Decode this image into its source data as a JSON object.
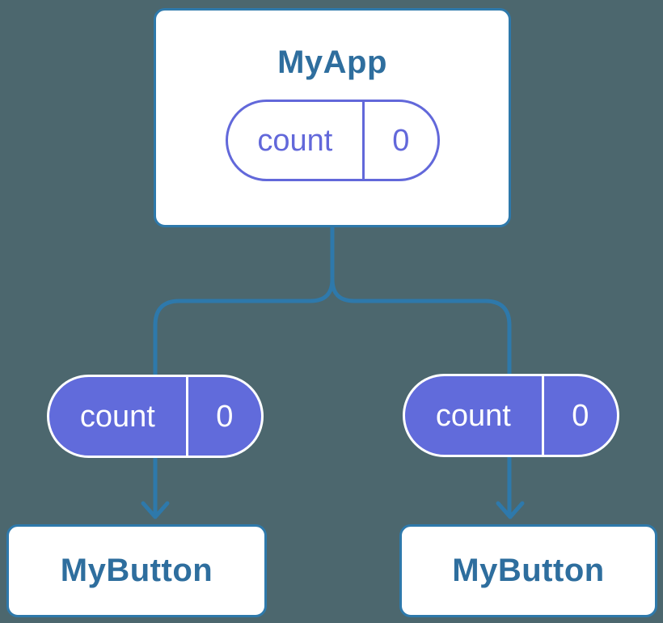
{
  "colors": {
    "canvas-bg": "#4C676E",
    "line": "#2E79AB",
    "title-text": "#2E6E9E",
    "purple-outline": "#6268DA",
    "purple-fill": "#616BDB",
    "card-bg": "#FFFFFF",
    "pill-text-on-purple": "#FFFFFF"
  },
  "diagram": {
    "parent": {
      "title": "MyApp",
      "state": {
        "name": "count",
        "value": "0"
      }
    },
    "children": [
      {
        "title": "MyButton",
        "prop": {
          "name": "count",
          "value": "0"
        }
      },
      {
        "title": "MyButton",
        "prop": {
          "name": "count",
          "value": "0"
        }
      }
    ]
  }
}
